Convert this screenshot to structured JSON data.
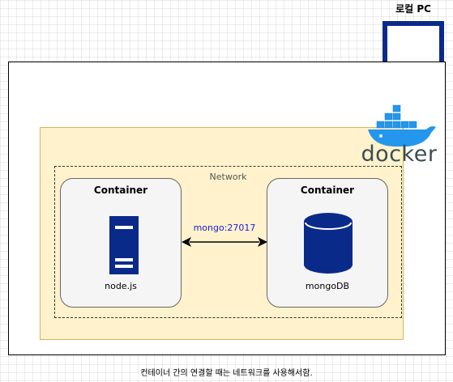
{
  "pc": {
    "label": "로컬 PC",
    "icon": "monitor-icon"
  },
  "docker": {
    "wordmark": "docker",
    "icon": "docker-whale-icon"
  },
  "network": {
    "label": "Network"
  },
  "containers": [
    {
      "title": "Container",
      "caption": "node.js",
      "icon": "server-icon"
    },
    {
      "title": "Container",
      "caption": "mongoDB",
      "icon": "database-icon"
    }
  ],
  "connection": {
    "label": "mongo:27017"
  },
  "caption": "컨테이너 간의 연결할 때는 네트워크를 사용해서함.",
  "colors": {
    "icon_blue": "#0a2a8a",
    "docker_area_fill": "#fff2cc",
    "docker_area_border": "#d6b656",
    "container_fill": "#f5f5f5",
    "link_label": "#1b1bd8",
    "docker_blue": "#2496ed"
  }
}
